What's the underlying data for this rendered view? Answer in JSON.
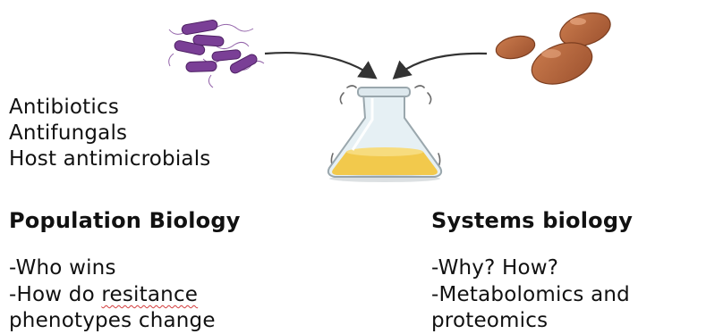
{
  "treatments": [
    "Antibiotics",
    "Antifungals",
    "Host antimicrobials"
  ],
  "left_column": {
    "heading": "Population Biology",
    "line1": "-Who wins",
    "line2_prefix": "-How do ",
    "line2_misspelled": "resitance",
    "line3": "phenotypes change"
  },
  "right_column": {
    "heading": "Systems biology",
    "line1": "-Why? How?",
    "line2": "-Metabolomics and",
    "line3": "proteomics"
  },
  "colors": {
    "bacteria": "#7a3f96",
    "fungi": "#b6673e",
    "media": "#f2c94c",
    "flask_glass": "#e6f0f4",
    "arrow": "#333333",
    "spellcheck_underline": "#d23b3b"
  },
  "icons": {
    "bacteria": "rod-bacteria-icon",
    "fungi": "yeast-cells-icon",
    "flask": "erlenmeyer-flask-icon"
  }
}
